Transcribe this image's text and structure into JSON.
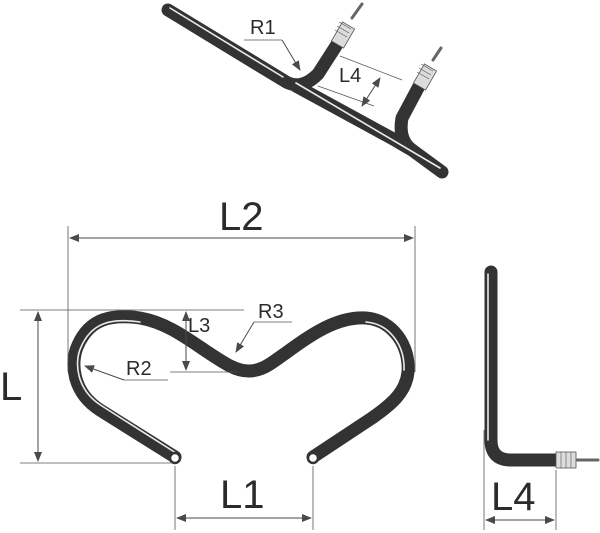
{
  "labels": {
    "L2": "L2",
    "L": "L",
    "L1": "L1",
    "L3": "L3",
    "R2": "R2",
    "R3": "R3",
    "R1": "R1",
    "L4_top": "L4",
    "L4_side": "L4"
  },
  "colors": {
    "tube": "#333333",
    "dimension": "#4a4a4a",
    "background": "#ffffff"
  }
}
